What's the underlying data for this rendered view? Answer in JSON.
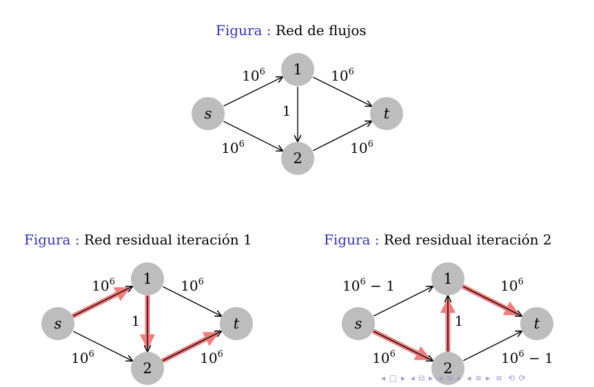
{
  "diagrams": [
    {
      "caption_prefix": "Figura :",
      "caption_text": "Red de flujos",
      "nodes": [
        {
          "id": "s",
          "label": "s",
          "italic": true
        },
        {
          "id": "1",
          "label": "1",
          "italic": false
        },
        {
          "id": "2",
          "label": "2",
          "italic": false
        },
        {
          "id": "t",
          "label": "t",
          "italic": true
        }
      ],
      "edges": [
        {
          "from": "s",
          "to": "1",
          "base": "10",
          "sup": "6",
          "rest": "",
          "highlight": false
        },
        {
          "from": "1",
          "to": "t",
          "base": "10",
          "sup": "6",
          "rest": "",
          "highlight": false
        },
        {
          "from": "1",
          "to": "2",
          "base": "1",
          "sup": "",
          "rest": "",
          "highlight": false
        },
        {
          "from": "s",
          "to": "2",
          "base": "10",
          "sup": "6",
          "rest": "",
          "highlight": false
        },
        {
          "from": "2",
          "to": "t",
          "base": "10",
          "sup": "6",
          "rest": "",
          "highlight": false
        }
      ]
    },
    {
      "caption_prefix": "Figura :",
      "caption_text": "Red residual iteración 1",
      "nodes": [
        {
          "id": "s",
          "label": "s",
          "italic": true
        },
        {
          "id": "1",
          "label": "1",
          "italic": false
        },
        {
          "id": "2",
          "label": "2",
          "italic": false
        },
        {
          "id": "t",
          "label": "t",
          "italic": true
        }
      ],
      "edges": [
        {
          "from": "s",
          "to": "1",
          "base": "10",
          "sup": "6",
          "rest": "",
          "highlight": true
        },
        {
          "from": "1",
          "to": "t",
          "base": "10",
          "sup": "6",
          "rest": "",
          "highlight": false
        },
        {
          "from": "1",
          "to": "2",
          "base": "1",
          "sup": "",
          "rest": "",
          "highlight": true
        },
        {
          "from": "s",
          "to": "2",
          "base": "10",
          "sup": "6",
          "rest": "",
          "highlight": false
        },
        {
          "from": "2",
          "to": "t",
          "base": "10",
          "sup": "6",
          "rest": "",
          "highlight": true
        }
      ]
    },
    {
      "caption_prefix": "Figura :",
      "caption_text": "Red residual iteración 2",
      "nodes": [
        {
          "id": "s",
          "label": "s",
          "italic": true
        },
        {
          "id": "1",
          "label": "1",
          "italic": false
        },
        {
          "id": "2",
          "label": "2",
          "italic": false
        },
        {
          "id": "t",
          "label": "t",
          "italic": true
        }
      ],
      "edges": [
        {
          "from": "s",
          "to": "1",
          "base": "10",
          "sup": "6",
          "rest": " − 1",
          "highlight": false
        },
        {
          "from": "1",
          "to": "t",
          "base": "10",
          "sup": "6",
          "rest": "",
          "highlight": true
        },
        {
          "from": "2",
          "to": "1",
          "base": "1",
          "sup": "",
          "rest": "",
          "highlight": true
        },
        {
          "from": "s",
          "to": "2",
          "base": "10",
          "sup": "6",
          "rest": "",
          "highlight": true
        },
        {
          "from": "2",
          "to": "t",
          "base": "10",
          "sup": "6",
          "rest": " − 1",
          "highlight": false
        }
      ]
    }
  ],
  "colors": {
    "node_fill": "#bdbdbd",
    "highlight": "#f27b7b",
    "caption_prefix": "#3333b2",
    "edge": "#000000",
    "nav": "#9a9ad0"
  },
  "nav": {
    "prev_frame": "◂ □ ▸",
    "prev_section": "◂ ⧉ ▸",
    "prev_subsection": "◂ ≡ ▸",
    "next_subsection": "◂ ≡ ▸",
    "menu": "≡",
    "search": "⟲ ⟳"
  }
}
